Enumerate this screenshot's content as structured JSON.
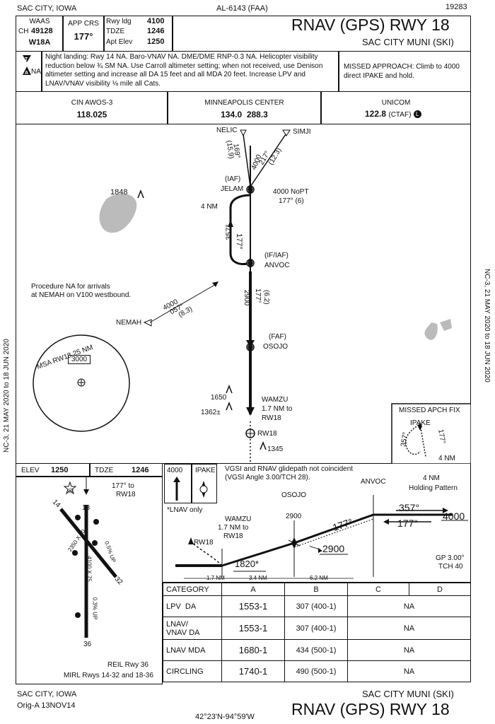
{
  "header": {
    "city_state": "SAC CITY, IOWA",
    "al_number": "AL-6143 (FAA)",
    "chart_no": "19283",
    "proc_title": "RNAV (GPS) RWY 18",
    "airport": "SAC CITY MUNI (SKI)"
  },
  "briefing": {
    "waas_label": "WAAS",
    "ch_label": "CH",
    "ch_value": "49128",
    "waas_id": "W18A",
    "app_crs_label": "APP CRS",
    "app_crs_value": "177°",
    "rwy_ldg_label": "Rwy ldg",
    "rwy_ldg_value": "4100",
    "tdze_label": "TDZE",
    "tdze_value": "1246",
    "apt_elev_label": "Apt Elev",
    "apt_elev_value": "1250",
    "na_label": "NA",
    "notes": "Night landing: Rwy 14 NA.  Baro-VNAV NA.  DME/DME RNP-0.3 NA.  Helicopter visibility reduction below ¾ SM NA.  Use Carroll altimeter setting; when not received, use Denison altimeter setting and increase all DA 15 feet and all MDA 20 feet. Increase LPV and LNAV/VNAV visibility ⅛ mile all Cats.",
    "missed_approach": "MISSED APPROACH: Climb to 4000 direct IPAKE and hold."
  },
  "comms": {
    "awos_label": "CIN AWOS-3",
    "awos_freq": "118.025",
    "center_label": "MINNEAPOLIS CENTER",
    "center_freq": "134.0  288.3",
    "unicom_label": "UNICOM",
    "unicom_freq": "122.8",
    "ctaf": "(CTAF)",
    "ctaf_icon": "L"
  },
  "planview": {
    "nelic": "NELIC",
    "simji": "SIMJI",
    "nelic_leg": "4000\n169°\n(15.9)",
    "simji_alt": "4000",
    "simji_crs": "217°",
    "simji_dist": "(12.3)",
    "nelic_crs": "169°",
    "nelic_dist": "(15.9)",
    "iaf_label": "(IAF)",
    "jelam": "JELAM",
    "nopt": "4000 NoPT",
    "nopt_crs": "177° (6)",
    "hold_len": "4 NM",
    "hold_out": "357°",
    "hold_in": "177°",
    "if_iaf": "(IF/IAF)",
    "anvoc": "ANVOC",
    "seg_alt": "2900",
    "seg_crs": "177°",
    "seg_dist": "(6.2)",
    "faf": "(FAF)",
    "osojo": "OSOJO",
    "obst_1650": "1650",
    "obst_1362": "1362±",
    "wamzu": "WAMZU",
    "wamzu_dist": "1.7 NM to",
    "wamzu_rw": "RW18",
    "rw18": "RW18",
    "obst_1345": "1345",
    "obst_1848": "1848",
    "nemah": "NEMAH",
    "nemah_alt": "4000",
    "nemah_crs": "057°",
    "nemah_dist": "(8.3)",
    "nemah_note_1": "Procedure NA for arrivals",
    "nemah_note_2": "at NEMAH on V100 westbound.",
    "msa_label": "MSA RW18 25 NM",
    "msa_alt": "3000",
    "date_left": "NC-3,  21 MAY 2020  to  18 JUN 2020",
    "date_right": "NC-3,  21 MAY 2020  to  18 JUN 2020",
    "missed_fix_title": "MISSED APCH FIX",
    "ipake": "IPAKE",
    "mf_out": "357°",
    "mf_in": "177°",
    "mf_len": "4 NM"
  },
  "airport_diagram": {
    "elev_label": "ELEV",
    "elev_value": "1250",
    "tdze_label": "TDZE",
    "tdze_value": "1246",
    "crs_note": "177° to",
    "crs_note_2": "RW18",
    "rwy_14": "14",
    "rwy_18": "18",
    "rwy_32": "32",
    "rwy_36": "36",
    "dim_1432": "2350 X 60",
    "dim_1836": "4100 X 75",
    "grad_1": "0.5% UP",
    "grad_2": "0.3% UP",
    "reil": "REIL Rwy 36",
    "mirl": "MIRL Rwys 14-32 and 18-36"
  },
  "profile": {
    "alt_4000": "4000",
    "ipake": "IPAKE",
    "vgsi_note_1": "VGSI and RNAV glidepath not coincident",
    "vgsi_note_2": "(VGSI Angle 3.00/TCH 28).",
    "lnav_only": "*LNAV only",
    "osojo": "OSOJO",
    "osojo_alt": "2900",
    "anvoc": "ANVOC",
    "hold_note_1": "4 NM",
    "hold_note_2": "Holding Pattern",
    "out_crs": "357°",
    "in_crs": "177°",
    "hold_alt": "4000",
    "seg_crs": "177°",
    "faf_alt": "2900",
    "wamzu": "WAMZU",
    "wamzu_1": "1.7 NM to",
    "wamzu_2": "RW18",
    "rw18": "RW18",
    "mda_step": "1820*",
    "gp": "GP 3.00°",
    "tch": "TCH 40",
    "d1": "1.7 NM",
    "d2": "3.4 NM",
    "d3": "6.2 NM"
  },
  "minimums": {
    "headers": [
      "CATEGORY",
      "A",
      "B",
      "C",
      "D"
    ],
    "rows": [
      {
        "cat": "LPV",
        "sub": "DA",
        "val": "1553-1",
        "haa": "307 (400-1)",
        "cd": "NA"
      },
      {
        "cat": "LNAV/ VNAV",
        "sub": "DA",
        "val": "1553-1",
        "haa": "307 (400-1)",
        "cd": "NA"
      },
      {
        "cat": "LNAV MDA",
        "sub": "",
        "val": "1680-1",
        "haa": "434 (500-1)",
        "cd": "NA"
      },
      {
        "cat": "CIRCLING",
        "sub": "",
        "val": "1740-1",
        "haa": "490 (500-1)",
        "cd": "NA"
      }
    ]
  },
  "footer": {
    "city_state": "SAC CITY, IOWA",
    "orig": "Orig-A  13NOV14",
    "coords": "42°23'N-94°59'W",
    "airport": "SAC CITY MUNI (SKI)",
    "proc_title": "RNAV (GPS) RWY 18"
  }
}
